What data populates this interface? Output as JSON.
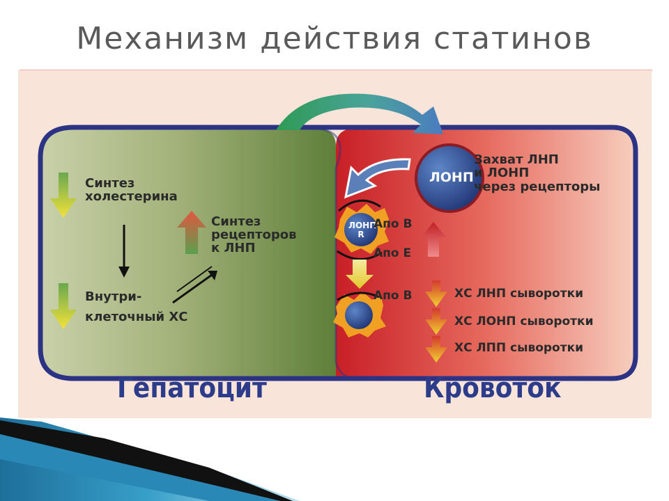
{
  "slide": {
    "title": "Механизм действия статинов"
  },
  "diagram": {
    "hepatocyte": {
      "section_label": "Гепатоцит",
      "cholesterol_synthesis": [
        "Синтез",
        "холестерина"
      ],
      "intracellular_chol": [
        "Внутри-",
        "клеточный ХС"
      ],
      "receptor_synthesis": [
        "Синтез",
        "рецепторов",
        "к ЛНП"
      ]
    },
    "bloodstream": {
      "section_label": "Кровоток",
      "vldl_badge": "ЛОНП",
      "uptake": [
        "Захват ЛНП",
        "и ЛОНП",
        "через рецепторы"
      ],
      "receptor_badge": [
        "ЛОНП",
        "R"
      ],
      "apo_b_top": "Апо В",
      "apo_e": "Апо Е",
      "apo_b_bottom": "Апо В",
      "serum_ldl": "ХС ЛНП сыворотки",
      "serum_vldl": "ХС ЛОНП сыворотки",
      "serum_idl": "ХС ЛПП сыворотки"
    }
  },
  "colors": {
    "frame_border": "#2c3384",
    "hepatocyte_fill": "#6d8a45",
    "bloodstream_fill": "#d8383a",
    "arrow_down": "#e3c22a",
    "arrow_up": "#d44a3a",
    "label_blue": "#2c3c8a"
  }
}
